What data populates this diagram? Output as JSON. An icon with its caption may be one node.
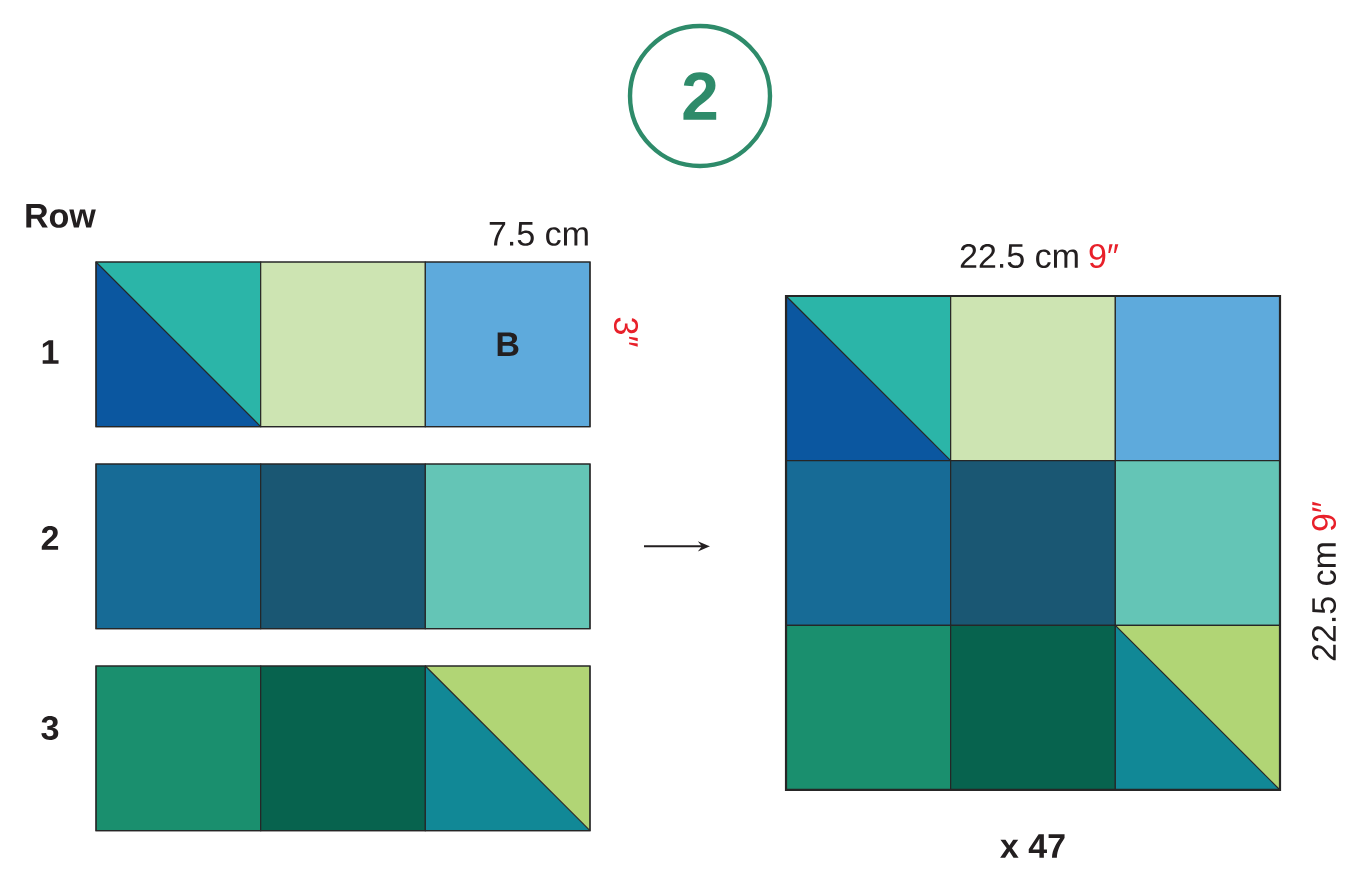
{
  "diagram": {
    "nodes": [
      {
        "text": [
          "2"
        ]
      },
      {
        "text": [],
        "shape": "bar"
      },
      {
        "text": [
          "B"
        ],
        "in": 1
      },
      {
        "text": [],
        "shape": "bar"
      },
      {
        "text": [],
        "shape": "bar"
      },
      {
        "text": [],
        "shape": "box",
        "beside": [
          "x 47"
        ]
      }
    ],
    "edges": [
      {
        "from": 3,
        "to": 5,
        "arrow": "to"
      }
    ],
    "labels": [
      "Row",
      "7.5 cm",
      "1",
      "3″",
      "2",
      "3",
      "22.5 cm",
      "9″",
      "22.5 cm",
      "9″"
    ]
  }
}
